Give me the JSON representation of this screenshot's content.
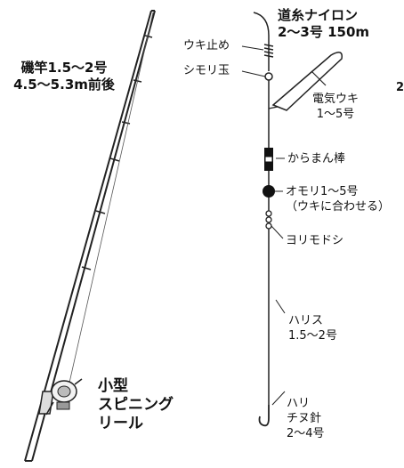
{
  "rod": {
    "line1": "磯竿1.5〜2号",
    "line2": "4.5〜5.3m前後"
  },
  "reel": {
    "line1": "小型",
    "line2": "スピニング",
    "line3": "リール"
  },
  "main_line": {
    "line1": "道糸ナイロン",
    "line2": "2〜3号 150m"
  },
  "float_stop": "ウキ止め",
  "bead": "シモリ玉",
  "float": {
    "line1": "電気ウキ",
    "line2": "1〜5号"
  },
  "swivel_stick": "からまん棒",
  "sinker": {
    "line1": "オモリ1〜5号",
    "line2": "（ウキに合わせる）"
  },
  "swivel": "ヨリモドシ",
  "leader": {
    "line1": "ハリス",
    "line2": "1.5〜2号"
  },
  "hook": {
    "line1": "ハリ",
    "line2": "チヌ針",
    "line3": "2〜4号"
  },
  "edge_fragment": "2"
}
